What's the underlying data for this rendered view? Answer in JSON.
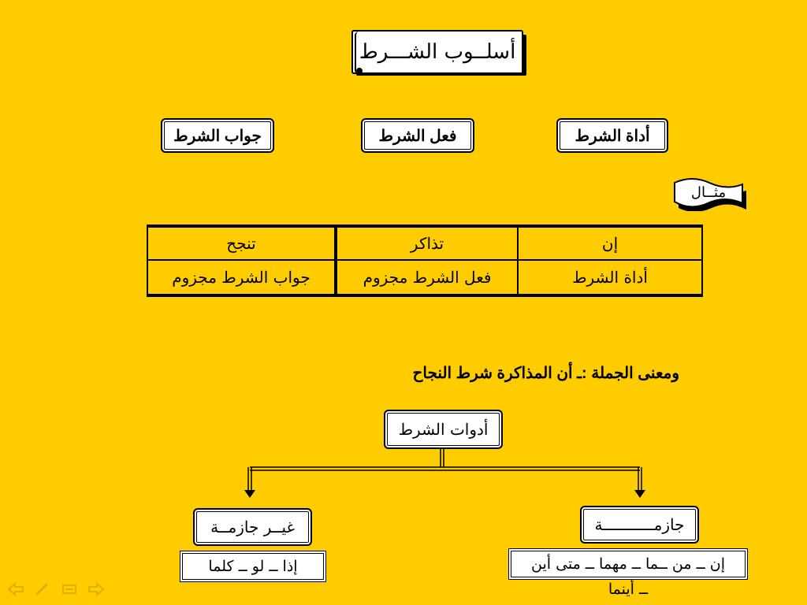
{
  "slide": {
    "title": "أسلــوب الشـــرط",
    "parts": {
      "tool": "أداة الشرط",
      "verb": "فعل الشرط",
      "answer": "جواب الشرط"
    },
    "example_banner": "مثــال",
    "example_table": {
      "row1": [
        "إن",
        "تذاكر",
        "تنجح"
      ],
      "row2": [
        "أداة الشرط",
        "فعل الشرط مجزوم",
        "جواب الشرط مجزوم"
      ]
    },
    "meaning": "ومعنى الجملة :ـ أن المذاكرة شرط النجاح",
    "tree": {
      "root": "أدوات الشرط",
      "jazima": {
        "label": "جازمـــــــــــة",
        "items_line1": "إن ــ من ــما ــ مهما ــ متى أين",
        "items_line2": "ــ أينما"
      },
      "ghair_jazima": {
        "label": "غيــر جازمــة",
        "items": "إذا ــ لو ــ كلما"
      }
    }
  },
  "colors": {
    "background": "#FFCC00",
    "box": "#FFFFFF",
    "ink": "#000000",
    "nav_icons": "#E0B000"
  },
  "nav_icons": [
    "arrow-left-icon",
    "pen-icon",
    "screen-icon",
    "arrow-right-icon"
  ]
}
